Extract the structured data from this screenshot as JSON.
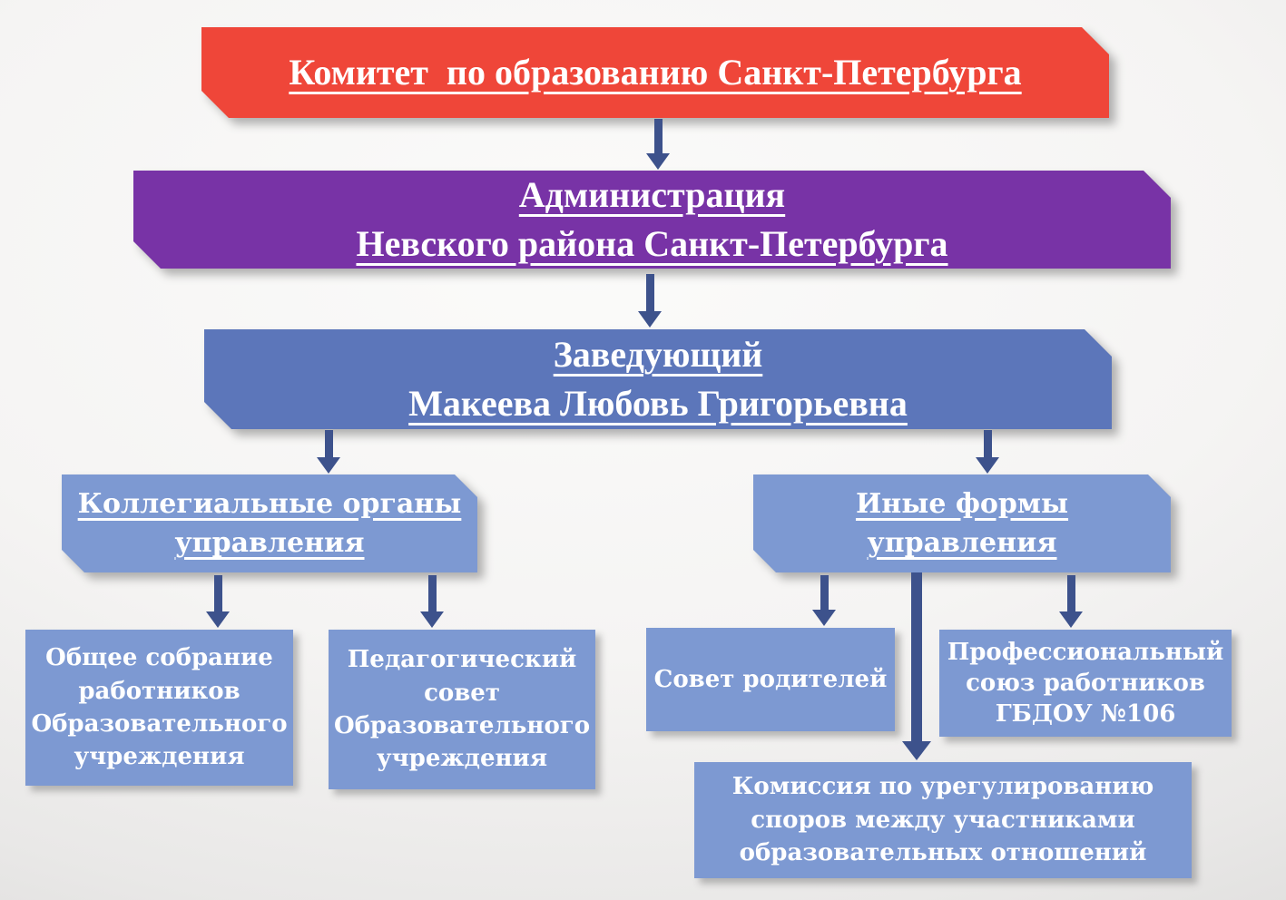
{
  "palette": {
    "committee_bg": "#EF4639",
    "administration_bg": "#7833A6",
    "head_bg": "#5C76BA",
    "branch_bg": "#7D99D2",
    "leaf_bg": "#7D99D2",
    "arrow_color": "#3D528C",
    "text_color": "#FFFFFF",
    "background_light": "#FBFBFA",
    "background_dark": "#D9D8D7"
  },
  "nodes": {
    "committee": {
      "label": "Комитет  по образованию Санкт-Петербурга"
    },
    "administration": {
      "label": "Администрация\nНевского района Санкт-Петербурга"
    },
    "head": {
      "label": "Заведующий\nМакеева Любовь Григорьевна"
    },
    "collegial": {
      "label": "Коллегиальные органы\nуправления"
    },
    "other_forms": {
      "label": "Иные формы\nуправления"
    },
    "general_meeting": {
      "label": "Общее собрание\nработников\nОбразовательного\nучреждения"
    },
    "pedagogical_council": {
      "label": "Педагогический\nсовет\nОбразовательного\nучреждения"
    },
    "parents_council": {
      "label": "Совет родителей"
    },
    "trade_union": {
      "label": "Профессиональный\nсоюз работников\nГБДОУ №106"
    },
    "dispute_commission": {
      "label": "Комиссия по урегулированию\nспоров между участниками\nобразовательных отношений"
    }
  },
  "connections": [
    {
      "from": "committee",
      "to": "administration"
    },
    {
      "from": "administration",
      "to": "head"
    },
    {
      "from": "head",
      "to": "collegial"
    },
    {
      "from": "head",
      "to": "other_forms"
    },
    {
      "from": "collegial",
      "to": "general_meeting"
    },
    {
      "from": "collegial",
      "to": "pedagogical_council"
    },
    {
      "from": "other_forms",
      "to": "parents_council"
    },
    {
      "from": "other_forms",
      "to": "dispute_commission"
    },
    {
      "from": "other_forms",
      "to": "trade_union"
    }
  ]
}
